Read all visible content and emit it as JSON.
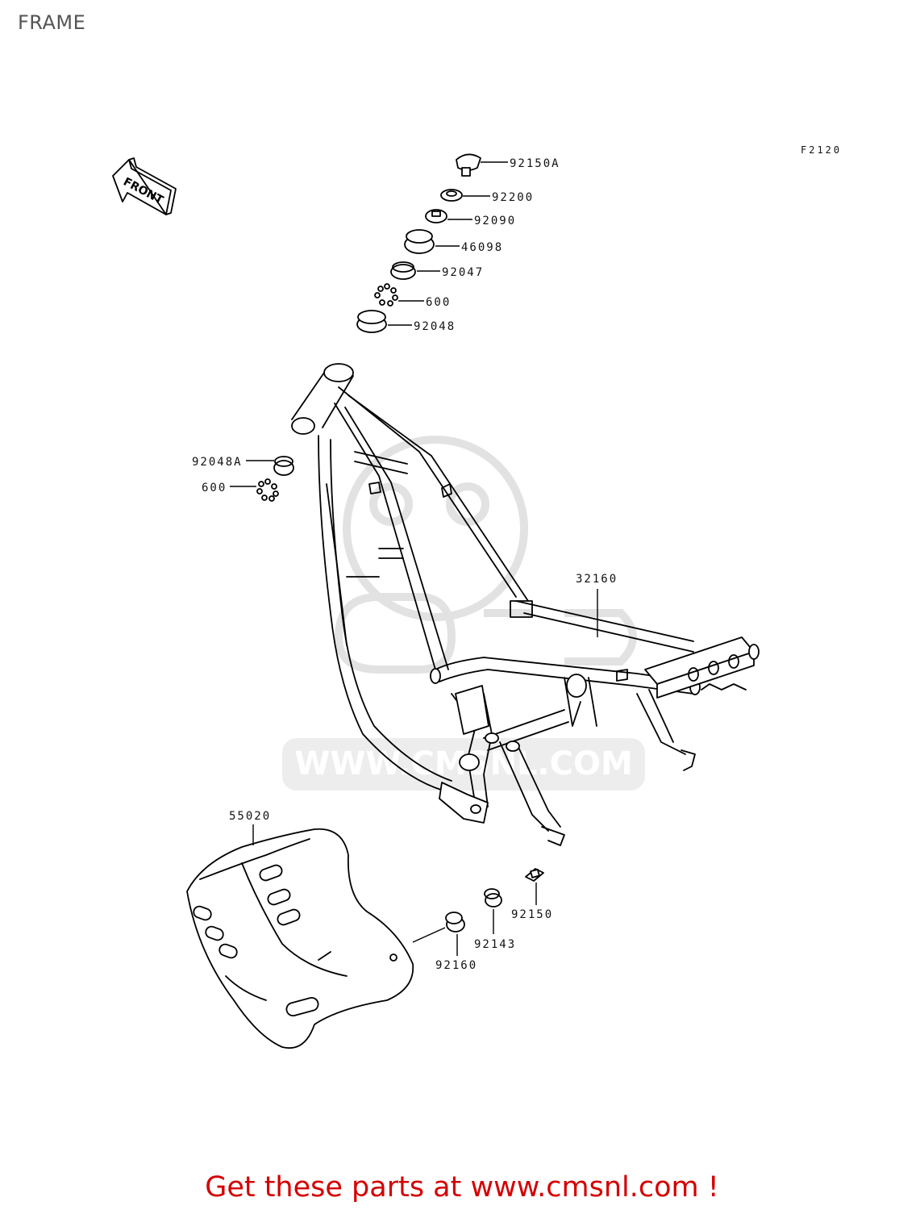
{
  "page_title": "FRAME",
  "figure_code": "F2120",
  "front_marker": "FRONT",
  "watermark": "WWW.CMSNL.COM",
  "parts": {
    "p92150A": "92150A",
    "p92200": "92200",
    "p92090": "92090",
    "p46098": "46098",
    "p92047": "92047",
    "p600_top": "600",
    "p92048": "92048",
    "p92048A": "92048A",
    "p600_left": "600",
    "p32160": "32160",
    "p55020": "55020",
    "p92150": "92150",
    "p92143": "92143",
    "p92160": "92160"
  },
  "cta": "Get these parts at www.cmsnl.com !"
}
